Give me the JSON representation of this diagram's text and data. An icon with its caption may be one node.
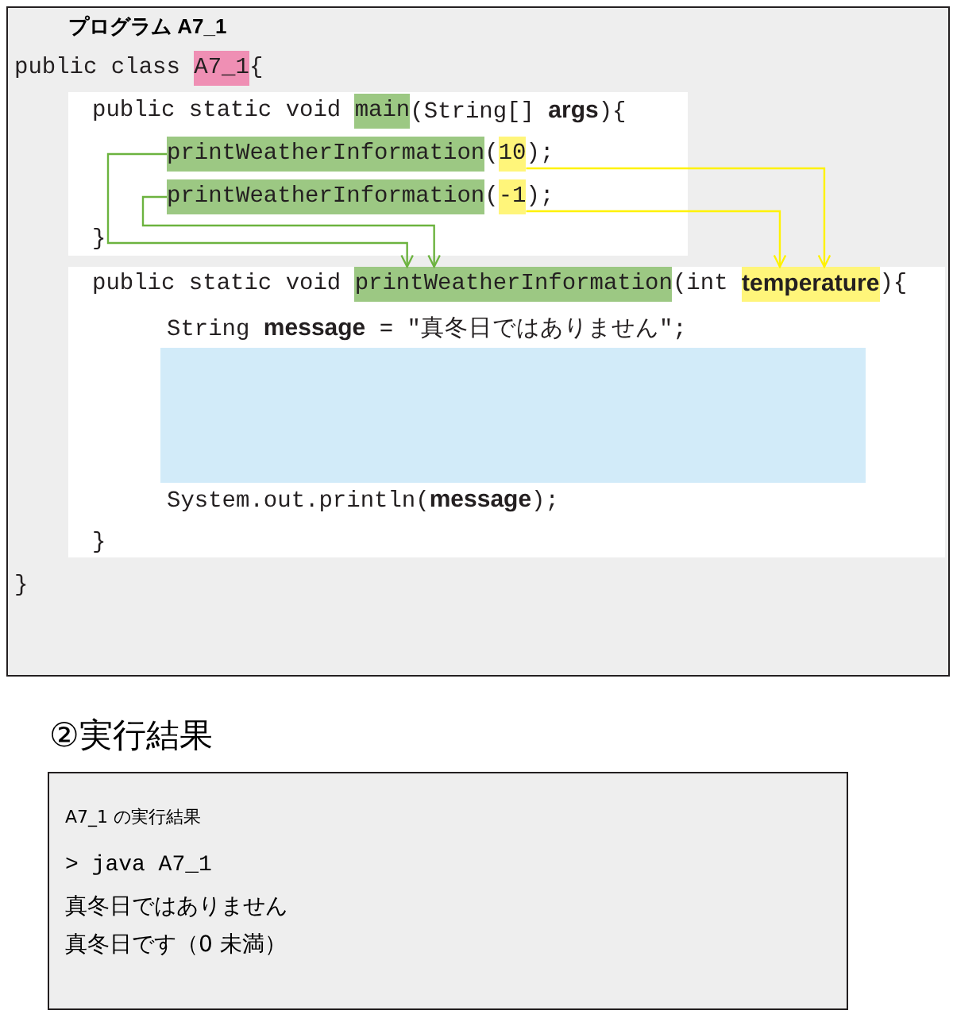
{
  "diagram": {
    "nodes": [
      {
        "text": [
          "プログラム A7_1"
        ]
      },
      {
        "text": [],
        "shape": "box",
        "in": 0
      },
      {
        "text": [],
        "shape": "box",
        "in": 0
      },
      {
        "text": [
          "A7_1"
        ],
        "in": 0
      },
      {
        "text": [
          "main"
        ],
        "in": 1
      },
      {
        "text": [
          "printWeatherInformation"
        ],
        "in": 1
      },
      {
        "text": [
          "10"
        ],
        "in": 1
      },
      {
        "text": [
          "printWeatherInformation"
        ],
        "in": 1
      },
      {
        "text": [
          "-1"
        ],
        "in": 1
      },
      {
        "text": [
          "printWeatherInformation"
        ],
        "in": 2
      },
      {
        "text": [
          "temperature"
        ],
        "in": 2
      },
      {
        "text": [],
        "shape": "box",
        "in": 2
      },
      {
        "text": [
          "②実行結果",
          "A7_1 の実行結果",
          "> java A7_1",
          "真冬日ではありません",
          "真冬日です（0 未満）"
        ]
      }
    ],
    "edges": [
      {
        "from": 5,
        "to": 9,
        "arrow": "to",
        "color": "#6cb33f"
      },
      {
        "from": 7,
        "to": 9,
        "arrow": "to",
        "color": "#6cb33f"
      },
      {
        "from": 6,
        "to": 10,
        "arrow": "to",
        "color": "#fff200"
      },
      {
        "from": 8,
        "to": 10,
        "arrow": "to",
        "color": "#fff200"
      }
    ],
    "labels": [
      "public class ",
      "{",
      "public static void ",
      "(String[] **args**){",
      "(",
      ");",
      "(",
      ");",
      "}",
      "public static void ",
      "(int ",
      "){",
      "String **message** = ″真冬日ではありません″;",
      "System.out.println(**message**);",
      "}",
      "}"
    ]
  }
}
